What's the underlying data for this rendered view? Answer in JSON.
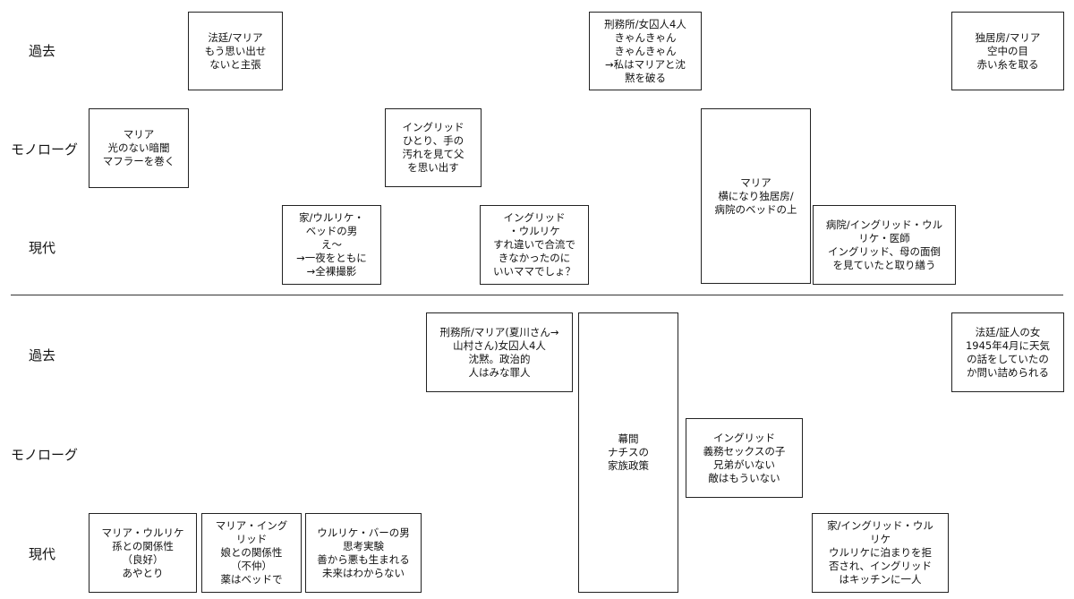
{
  "section1": {
    "row_labels": {
      "past": "過去",
      "monologue": "モノローグ",
      "present": "現代"
    },
    "boxes": [
      "法廷/マリア\nもう思い出せ\nないと主張",
      "刑務所/女囚人4人\nきゃんきゃん\nきゃんきゃん\n→私はマリアと沈\n黙を破る",
      "独居房/マリア\n空中の目\n赤い糸を取る",
      "マリア\n光のない暗闇\nマフラーを巻く",
      "イングリッド\nひとり、手の\n汚れを見て父\nを思い出す",
      "マリア\n横になり独居房/\n病院のベッドの上",
      "家/ウルリケ・\nベッドの男\nえ〜\n→一夜をともに\n→全裸撮影",
      "イングリッド\n・ウルリケ\nすれ違いで合流で\nきなかったのに\nいいママでしょ？",
      "病院/イングリッド・ウル\nリケ・医師\nイングリッド、母の面倒\nを見ていたと取り繕う"
    ]
  },
  "section2": {
    "row_labels": {
      "past": "過去",
      "monologue": "モノローグ",
      "present": "現代"
    },
    "boxes": [
      "刑務所/マリア(夏川さん→\n山村さん)女囚人4人\n沈黙。政治的\n人はみな罪人",
      "幕間\nナチスの\n家族政策",
      "法廷/証人の女\n1945年4月に天気\nの話をしていたの\nか問い詰められる",
      "イングリッド\n義務セックスの子\n兄弟がいない\n敵はもういない",
      "マリア・ウルリケ\n孫との関係性\n（良好）\nあやとり",
      "マリア・イング\nリッド\n娘との関係性\n（不仲）\n薬はベッドで",
      "ウルリケ・バーの男\n思考実験\n善から悪も生まれる\n未来はわからない",
      "家/イングリッド・ウル\nリケ\nウルリケに泊まりを拒\n否され、イングリッド\nはキッチンに一人"
    ]
  }
}
